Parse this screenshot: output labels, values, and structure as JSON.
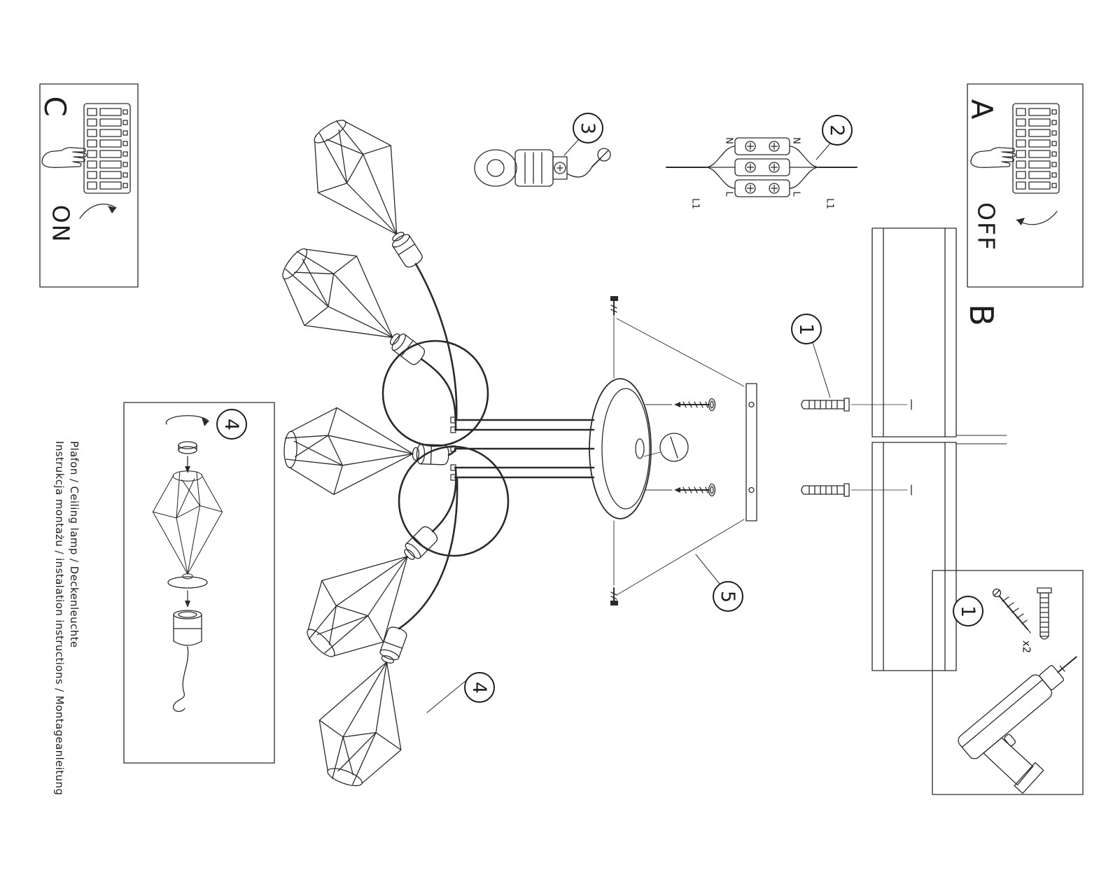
{
  "colors": {
    "ink": "#2a2a2a",
    "paper": "#ffffff"
  },
  "switch_on_panel": {
    "label": "C",
    "state": "ON"
  },
  "switch_off_panel": {
    "label": "A",
    "state": "OFF"
  },
  "ceiling_panel": {
    "label": "B"
  },
  "callouts": {
    "hardware": "1",
    "wiring": "2",
    "holder": "3",
    "shade": "4",
    "canopy_mount": "5",
    "shade_detail": "4",
    "hardware_box": "1"
  },
  "wiring_labels": {
    "n_left": "N",
    "n_right": "N",
    "l_left": "L",
    "l_right": "L",
    "l1_left": "L1",
    "l1_right": "L1"
  },
  "hardware_box": {
    "quantity": "x2"
  },
  "footer": {
    "instructions": "Instrukcja montażu / instalation instructions / Montageanleitung",
    "product": "Plafon / Ceiling lamp / Deckenleuchte"
  }
}
